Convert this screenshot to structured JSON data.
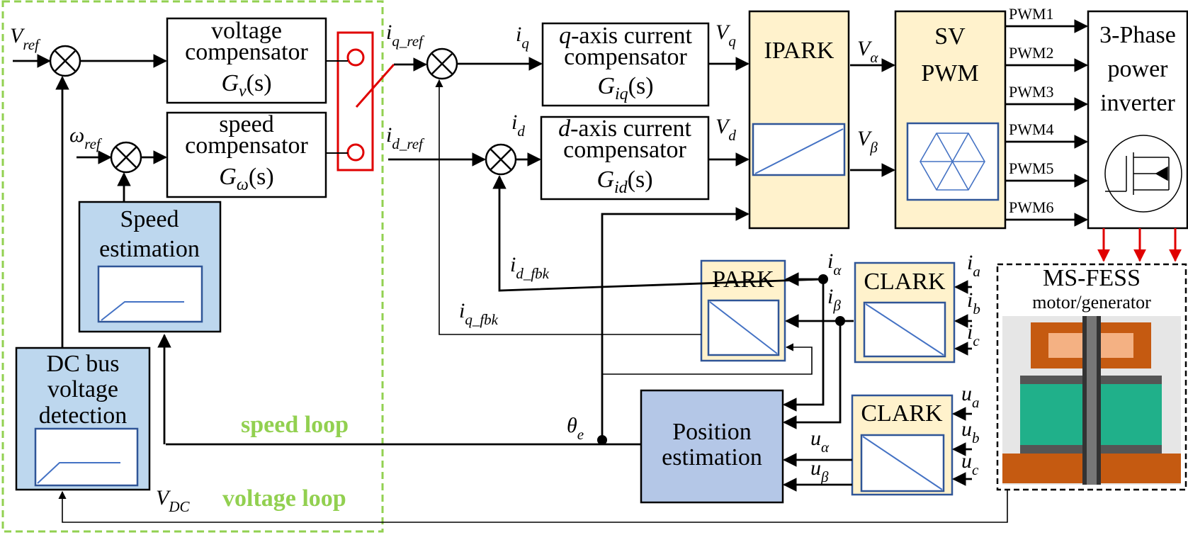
{
  "blocks": {
    "voltage_comp": {
      "l1": "voltage",
      "l2": "compensator",
      "g": "G",
      "gsub": "v",
      "garg": "(s)"
    },
    "speed_comp": {
      "l1": "speed",
      "l2": "compensator",
      "g": "G",
      "gsub": "ω",
      "garg": "(s)"
    },
    "speed_est": {
      "l1": "Speed",
      "l2": "estimation"
    },
    "dc_detect": {
      "l1": "DC bus",
      "l2": "voltage",
      "l3": "detection"
    },
    "q_comp": {
      "l1pre": "q",
      "l1post": "-axis current",
      "l2": "compensator",
      "g": "G",
      "gsub": "iq",
      "garg": "(s)"
    },
    "d_comp": {
      "l1pre": "d",
      "l1post": "-axis current",
      "l2": "compensator",
      "g": "G",
      "gsub": "id",
      "garg": "(s)"
    },
    "ipark": "IPARK",
    "svpwm": {
      "l1": "SV",
      "l2": "PWM"
    },
    "inverter": {
      "l1": "3-Phase",
      "l2": "power",
      "l3": "inverter"
    },
    "park": "PARK",
    "clark1": "CLARK",
    "clark2": "CLARK",
    "pos_est": {
      "l1": "Position",
      "l2": "estimation"
    },
    "msfess": {
      "l1": "MS-FESS",
      "l2": "motor/generator"
    }
  },
  "signals": {
    "v_ref": {
      "base": "V",
      "sub": "ref"
    },
    "w_ref": {
      "base": "ω",
      "sub": "ref"
    },
    "iq_ref": {
      "base": "i",
      "sub": "q_ref"
    },
    "id_ref": {
      "base": "i",
      "sub": "d_ref"
    },
    "iq": {
      "base": "i",
      "sub": "q"
    },
    "id": {
      "base": "i",
      "sub": "d"
    },
    "vq": {
      "base": "V",
      "sub": "q"
    },
    "vd": {
      "base": "V",
      "sub": "d"
    },
    "valpha": {
      "base": "V",
      "sub": "α"
    },
    "vbeta": {
      "base": "V",
      "sub": "β"
    },
    "id_fbk": {
      "base": "i",
      "sub": "d_fbk"
    },
    "iq_fbk": {
      "base": "i",
      "sub": "q_fbk"
    },
    "ialpha": {
      "base": "i",
      "sub": "α"
    },
    "ibeta": {
      "base": "i",
      "sub": "β"
    },
    "ia": {
      "base": "i",
      "sub": "a"
    },
    "ib": {
      "base": "i",
      "sub": "b"
    },
    "ic": {
      "base": "i",
      "sub": "c"
    },
    "ua": {
      "base": "u",
      "sub": "a"
    },
    "ub": {
      "base": "u",
      "sub": "b"
    },
    "uc": {
      "base": "u",
      "sub": "c"
    },
    "ualpha": {
      "base": "u",
      "sub": "α"
    },
    "ubeta": {
      "base": "u",
      "sub": "β"
    },
    "theta_e": {
      "base": "θ",
      "sub": "e"
    },
    "vdc": {
      "base": "V",
      "sub": "DC"
    }
  },
  "pwm_labels": [
    "PWM1",
    "PWM2",
    "PWM3",
    "PWM4",
    "PWM5",
    "PWM6"
  ],
  "loops": {
    "speed": "speed loop",
    "voltage": "voltage loop"
  },
  "colors": {
    "block_yellow": "#fff2cc",
    "block_blue": "#bdd7ee",
    "block_posest": "#b4c7e7",
    "border_blue": "#2f5597",
    "icon_line": "#4472c4",
    "loop_green": "#92d050",
    "switch_red": "#e00000",
    "motor_orange": "#c55a11",
    "motor_teal": "#20b08a"
  }
}
